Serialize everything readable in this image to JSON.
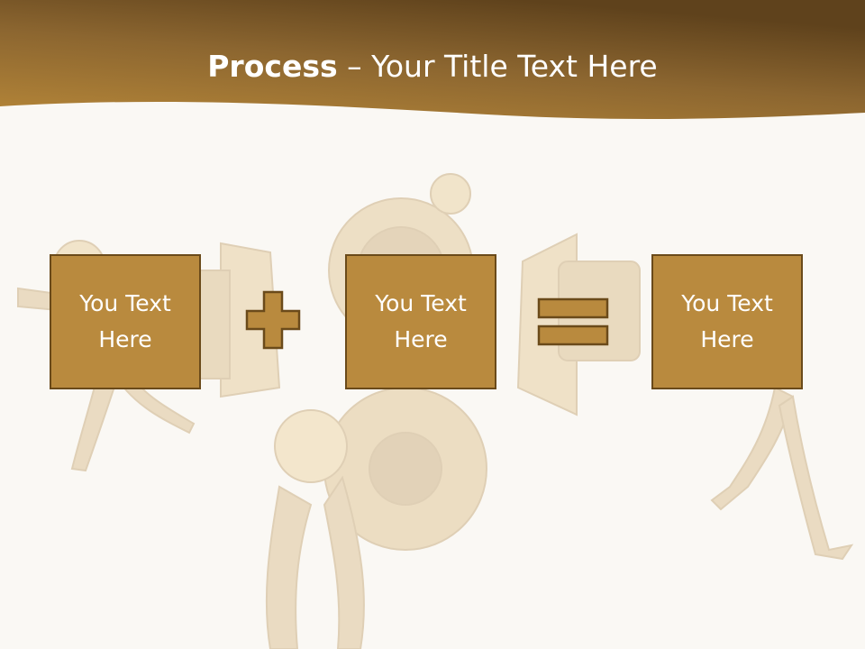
{
  "slide": {
    "title_bold": "Process",
    "title_separator": " – ",
    "title_rest": "Your Title Text Here",
    "boxes": [
      {
        "text": "You Text Here"
      },
      {
        "text": "You Text Here"
      },
      {
        "text": "You Text Here"
      }
    ],
    "operators": [
      "plus-icon",
      "equals-icon"
    ]
  },
  "colors": {
    "banner_dark": "#6b4c22",
    "banner_light": "#b58638",
    "background": "#faf8f4",
    "box_fill": "#b98a3e",
    "box_border": "#6a4a1a",
    "text": "#ffffff"
  }
}
